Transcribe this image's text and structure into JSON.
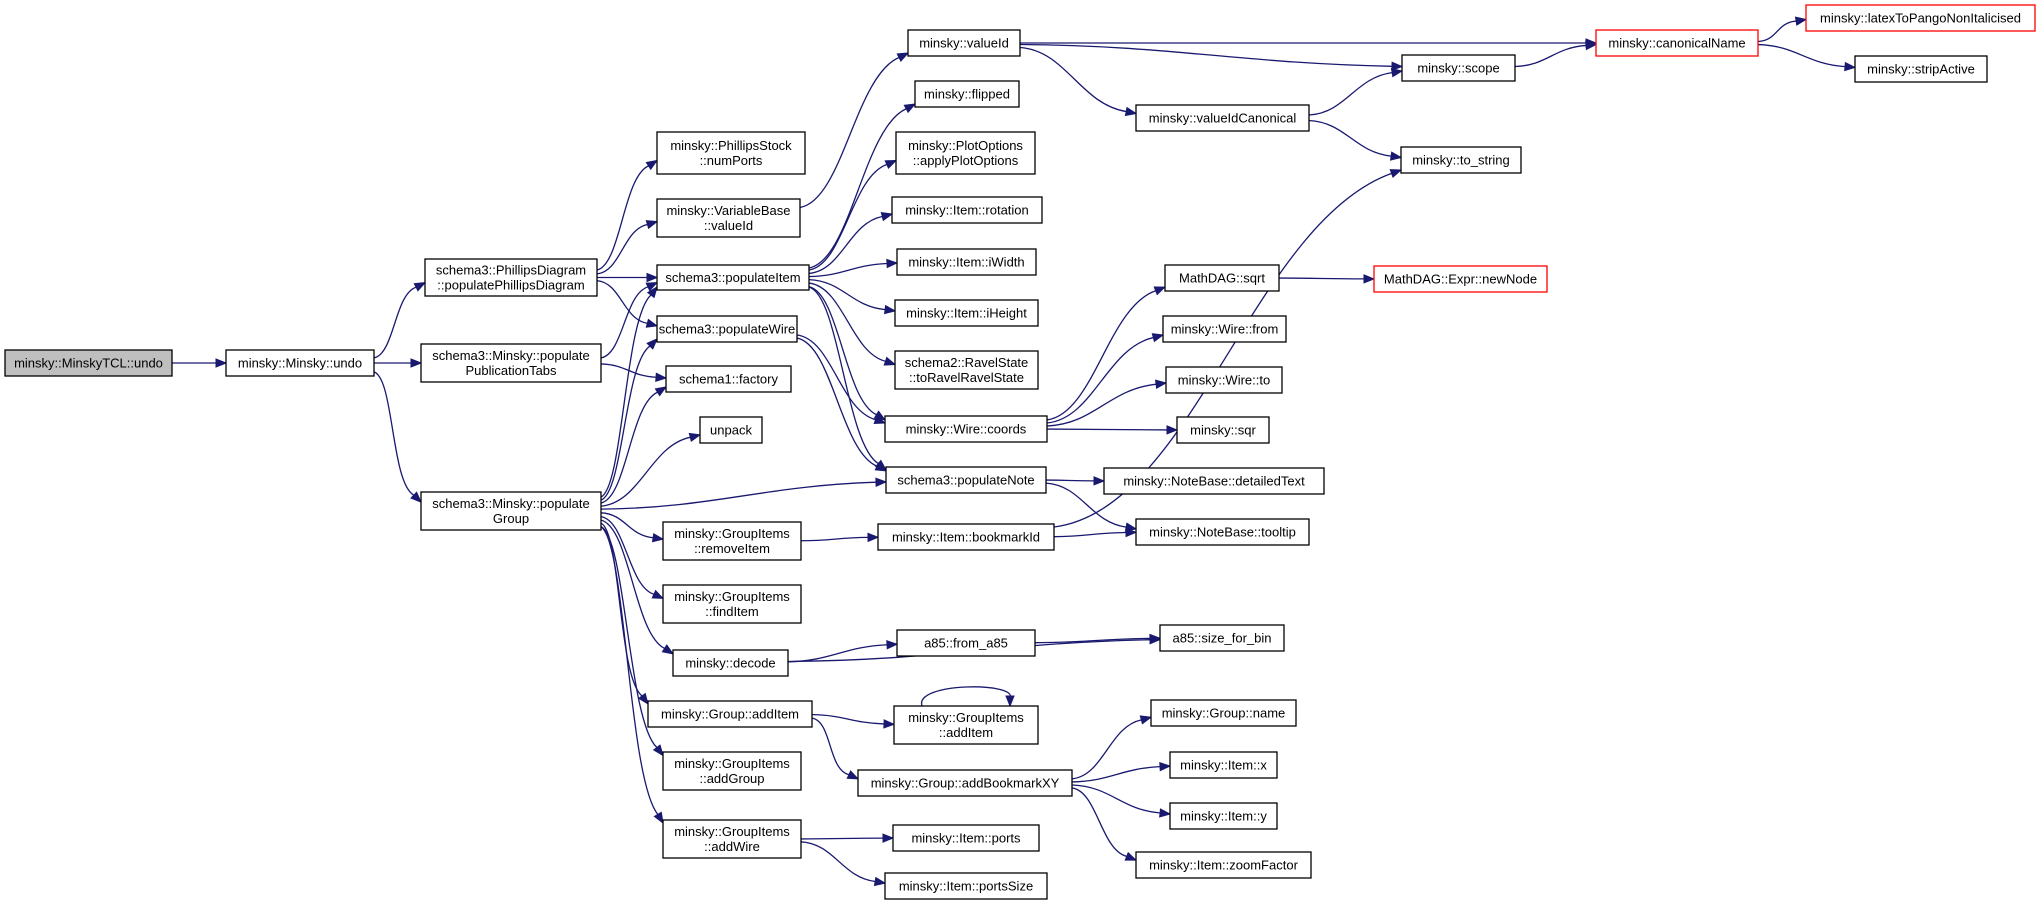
{
  "nodes": [
    {
      "id": "n_root",
      "lines": [
        "minsky::MinskyTCL::undo"
      ],
      "style": "root"
    },
    {
      "id": "n_undo",
      "lines": [
        "minsky::Minsky::undo"
      ]
    },
    {
      "id": "n_ppd",
      "lines": [
        "schema3::PhillipsDiagram",
        "::populatePhillipsDiagram"
      ]
    },
    {
      "id": "n_ppt",
      "lines": [
        "schema3::Minsky::populate",
        "PublicationTabs"
      ]
    },
    {
      "id": "n_pg",
      "lines": [
        "schema3::Minsky::populate",
        "Group"
      ]
    },
    {
      "id": "n_numports",
      "lines": [
        "minsky::PhillipsStock",
        "::numPorts"
      ]
    },
    {
      "id": "n_vbvalueid",
      "lines": [
        "minsky::VariableBase",
        "::valueId"
      ]
    },
    {
      "id": "n_pitem",
      "lines": [
        "schema3::populateItem"
      ]
    },
    {
      "id": "n_pwire",
      "lines": [
        "schema3::populateWire"
      ]
    },
    {
      "id": "n_factory",
      "lines": [
        "schema1::factory"
      ]
    },
    {
      "id": "n_unpack",
      "lines": [
        "unpack"
      ]
    },
    {
      "id": "n_removeitem",
      "lines": [
        "minsky::GroupItems",
        "::removeItem"
      ]
    },
    {
      "id": "n_finditem",
      "lines": [
        "minsky::GroupItems",
        "::findItem"
      ]
    },
    {
      "id": "n_decode",
      "lines": [
        "minsky::decode"
      ]
    },
    {
      "id": "n_gadditem",
      "lines": [
        "minsky::Group::addItem"
      ]
    },
    {
      "id": "n_addgroup",
      "lines": [
        "minsky::GroupItems",
        "::addGroup"
      ]
    },
    {
      "id": "n_addwire",
      "lines": [
        "minsky::GroupItems",
        "::addWire"
      ]
    },
    {
      "id": "n_valueid",
      "lines": [
        "minsky::valueId"
      ]
    },
    {
      "id": "n_flipped",
      "lines": [
        "minsky::flipped"
      ]
    },
    {
      "id": "n_plotopts",
      "lines": [
        "minsky::PlotOptions",
        "::applyPlotOptions"
      ]
    },
    {
      "id": "n_rotation",
      "lines": [
        "minsky::Item::rotation"
      ]
    },
    {
      "id": "n_iwidth",
      "lines": [
        "minsky::Item::iWidth"
      ]
    },
    {
      "id": "n_iheight",
      "lines": [
        "minsky::Item::iHeight"
      ]
    },
    {
      "id": "n_ravel",
      "lines": [
        "schema2::RavelState",
        "::toRavelRavelState"
      ]
    },
    {
      "id": "n_coords",
      "lines": [
        "minsky::Wire::coords"
      ]
    },
    {
      "id": "n_pnote",
      "lines": [
        "schema3::populateNote"
      ]
    },
    {
      "id": "n_bookmarkid",
      "lines": [
        "minsky::Item::bookmarkId"
      ]
    },
    {
      "id": "n_froma85",
      "lines": [
        "a85::from_a85"
      ]
    },
    {
      "id": "n_giadditem",
      "lines": [
        "minsky::GroupItems",
        "::addItem"
      ]
    },
    {
      "id": "n_addbookmark",
      "lines": [
        "minsky::Group::addBookmarkXY"
      ]
    },
    {
      "id": "n_ports",
      "lines": [
        "minsky::Item::ports"
      ]
    },
    {
      "id": "n_portssize",
      "lines": [
        "minsky::Item::portsSize"
      ]
    },
    {
      "id": "n_vidcanon",
      "lines": [
        "minsky::valueIdCanonical"
      ]
    },
    {
      "id": "n_sqrt",
      "lines": [
        "MathDAG::sqrt"
      ]
    },
    {
      "id": "n_from",
      "lines": [
        "minsky::Wire::from"
      ]
    },
    {
      "id": "n_to",
      "lines": [
        "minsky::Wire::to"
      ]
    },
    {
      "id": "n_sqr",
      "lines": [
        "minsky::sqr"
      ]
    },
    {
      "id": "n_detailed",
      "lines": [
        "minsky::NoteBase::detailedText"
      ]
    },
    {
      "id": "n_tooltip",
      "lines": [
        "minsky::NoteBase::tooltip"
      ]
    },
    {
      "id": "n_sizeforbin",
      "lines": [
        "a85::size_for_bin"
      ]
    },
    {
      "id": "n_gname",
      "lines": [
        "minsky::Group::name"
      ]
    },
    {
      "id": "n_x",
      "lines": [
        "minsky::Item::x"
      ]
    },
    {
      "id": "n_y",
      "lines": [
        "minsky::Item::y"
      ]
    },
    {
      "id": "n_zoom",
      "lines": [
        "minsky::Item::zoomFactor"
      ]
    },
    {
      "id": "n_scope",
      "lines": [
        "minsky::scope"
      ]
    },
    {
      "id": "n_tostring",
      "lines": [
        "minsky::to_string"
      ]
    },
    {
      "id": "n_newnode",
      "lines": [
        "MathDAG::Expr::newNode"
      ],
      "style": "truncated"
    },
    {
      "id": "n_canonical",
      "lines": [
        "minsky::canonicalName"
      ],
      "style": "truncated"
    },
    {
      "id": "n_latex",
      "lines": [
        "minsky::latexToPangoNonItalicised"
      ],
      "style": "truncated"
    },
    {
      "id": "n_strip",
      "lines": [
        "minsky::stripActive"
      ]
    }
  ],
  "edges": [
    [
      "n_root",
      "n_undo"
    ],
    [
      "n_undo",
      "n_ppd"
    ],
    [
      "n_undo",
      "n_ppt"
    ],
    [
      "n_undo",
      "n_pg"
    ],
    [
      "n_ppd",
      "n_numports"
    ],
    [
      "n_ppd",
      "n_vbvalueid"
    ],
    [
      "n_ppd",
      "n_pitem"
    ],
    [
      "n_ppd",
      "n_pwire"
    ],
    [
      "n_ppt",
      "n_pitem"
    ],
    [
      "n_ppt",
      "n_factory"
    ],
    [
      "n_pg",
      "n_pitem"
    ],
    [
      "n_pg",
      "n_pwire"
    ],
    [
      "n_pg",
      "n_factory"
    ],
    [
      "n_pg",
      "n_unpack"
    ],
    [
      "n_pg",
      "n_pnote"
    ],
    [
      "n_pg",
      "n_removeitem"
    ],
    [
      "n_pg",
      "n_finditem"
    ],
    [
      "n_pg",
      "n_decode"
    ],
    [
      "n_pg",
      "n_gadditem"
    ],
    [
      "n_pg",
      "n_addgroup"
    ],
    [
      "n_pg",
      "n_addwire"
    ],
    [
      "n_vbvalueid",
      "n_valueid"
    ],
    [
      "n_pitem",
      "n_flipped"
    ],
    [
      "n_pitem",
      "n_plotopts"
    ],
    [
      "n_pitem",
      "n_rotation"
    ],
    [
      "n_pitem",
      "n_iwidth"
    ],
    [
      "n_pitem",
      "n_iheight"
    ],
    [
      "n_pitem",
      "n_ravel"
    ],
    [
      "n_pitem",
      "n_coords"
    ],
    [
      "n_pitem",
      "n_pnote"
    ],
    [
      "n_pwire",
      "n_coords"
    ],
    [
      "n_pwire",
      "n_pnote"
    ],
    [
      "n_removeitem",
      "n_bookmarkid"
    ],
    [
      "n_decode",
      "n_froma85"
    ],
    [
      "n_decode",
      "n_sizeforbin"
    ],
    [
      "n_gadditem",
      "n_giadditem"
    ],
    [
      "n_gadditem",
      "n_addbookmark"
    ],
    [
      "n_giadditem",
      "n_giadditem"
    ],
    [
      "n_addwire",
      "n_ports"
    ],
    [
      "n_addwire",
      "n_portssize"
    ],
    [
      "n_valueid",
      "n_canonical"
    ],
    [
      "n_valueid",
      "n_scope"
    ],
    [
      "n_valueid",
      "n_vidcanon"
    ],
    [
      "n_vidcanon",
      "n_scope"
    ],
    [
      "n_vidcanon",
      "n_tostring"
    ],
    [
      "n_coords",
      "n_sqrt"
    ],
    [
      "n_coords",
      "n_from"
    ],
    [
      "n_coords",
      "n_to"
    ],
    [
      "n_coords",
      "n_sqr"
    ],
    [
      "n_pnote",
      "n_detailed"
    ],
    [
      "n_pnote",
      "n_tooltip"
    ],
    [
      "n_bookmarkid",
      "n_tooltip"
    ],
    [
      "n_bookmarkid",
      "n_tostring"
    ],
    [
      "n_froma85",
      "n_sizeforbin"
    ],
    [
      "n_addbookmark",
      "n_gname"
    ],
    [
      "n_addbookmark",
      "n_x"
    ],
    [
      "n_addbookmark",
      "n_y"
    ],
    [
      "n_addbookmark",
      "n_zoom"
    ],
    [
      "n_sqrt",
      "n_newnode"
    ],
    [
      "n_scope",
      "n_canonical"
    ],
    [
      "n_canonical",
      "n_latex"
    ],
    [
      "n_canonical",
      "n_strip"
    ]
  ]
}
